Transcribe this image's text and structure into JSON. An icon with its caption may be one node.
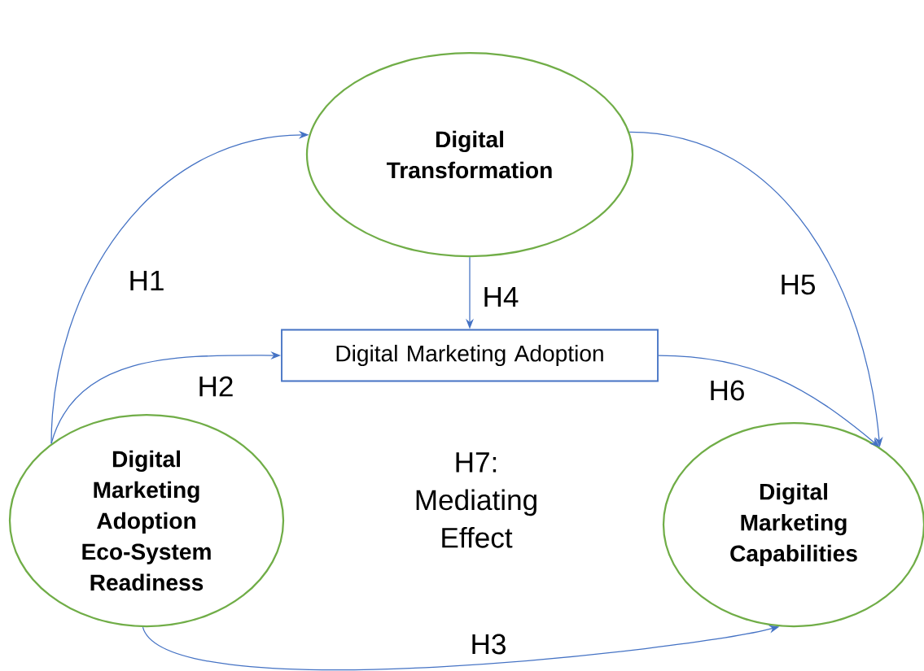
{
  "diagram": {
    "nodes": [
      {
        "text": [
          "Digital Transformation"
        ]
      },
      {
        "text": [
          "Digital Marketing Adoption"
        ]
      },
      {
        "text": [
          "Digital Marketing Adoption Eco-System Readiness"
        ]
      },
      {
        "text": [
          "Digital Marketing Capabilities"
        ]
      }
    ],
    "edges": [
      {
        "from": 2,
        "to": 0,
        "arrow": "to",
        "label": "H1"
      },
      {
        "from": 2,
        "to": 1,
        "arrow": "to",
        "label": "H2"
      },
      {
        "from": 2,
        "to": 3,
        "arrow": "to",
        "label": "H3"
      },
      {
        "from": 0,
        "to": 1,
        "arrow": "to",
        "label": "H4"
      },
      {
        "from": 0,
        "to": 3,
        "arrow": "to",
        "label": "H5"
      },
      {
        "from": 1,
        "to": 3,
        "arrow": "to",
        "label": "H6"
      }
    ],
    "labels": [
      "H7: Mediating Effect"
    ]
  }
}
